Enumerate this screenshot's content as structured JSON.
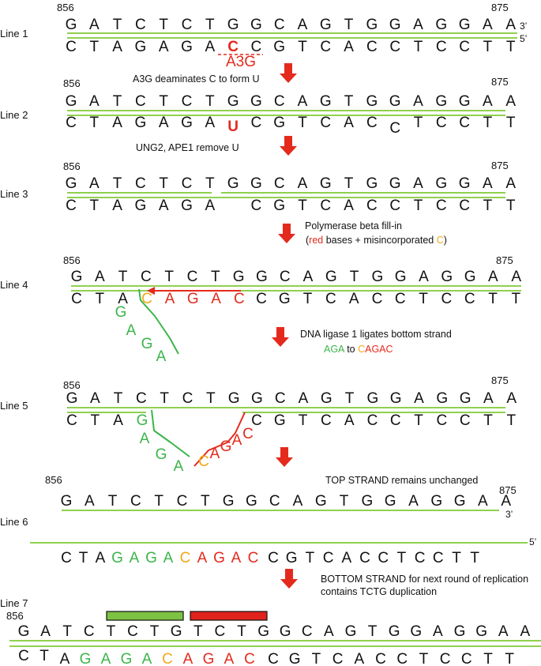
{
  "colors": {
    "black": "#111111",
    "red": "#e42a1d",
    "green": "#3bb54a",
    "orange": "#f2a818",
    "strand_line": "#8fd14f",
    "bar_green": "#7dc242",
    "bar_red": "#e0221c"
  },
  "positions": {
    "start": "856",
    "end": "875"
  },
  "primes": {
    "three": "3’",
    "five": "5’"
  },
  "line_labels": [
    "Line 1",
    "Line 2",
    "Line 3",
    "Line 4",
    "Line 5",
    "Line 6",
    "Line 7"
  ],
  "top_sequence": [
    "G",
    "A",
    "T",
    "C",
    "T",
    "C",
    "T",
    "G",
    "G",
    "C",
    "A",
    "G",
    "T",
    "G",
    "G",
    "A",
    "G",
    "G",
    "A",
    "A"
  ],
  "bottom_sequence_line1": [
    "C",
    "T",
    "A",
    "G",
    "A",
    "G",
    "A",
    "C",
    "C",
    "G",
    "T",
    "C",
    "A",
    "C",
    "C",
    "T",
    "C",
    "C",
    "T",
    "T"
  ],
  "bottom_sequence_line2": [
    "C",
    "T",
    "A",
    "G",
    "A",
    "G",
    "A",
    "U",
    "C",
    "G",
    "T",
    "C",
    "A",
    "C",
    "C",
    "T",
    "C",
    "C",
    "T",
    "T"
  ],
  "bottom_sequence_line3_left": [
    "C",
    "T",
    "A",
    "G",
    "A",
    "G",
    "A"
  ],
  "bottom_sequence_right": [
    "C",
    "G",
    "T",
    "C",
    "A",
    "C",
    "C",
    "T",
    "C",
    "C",
    "T",
    "T"
  ],
  "line4_bottom_left": [
    "C",
    "T",
    "A"
  ],
  "line4_orange": "C",
  "line4_red": [
    "A",
    "G",
    "A",
    "C"
  ],
  "line4_flap": [
    "G",
    "A",
    "G",
    "A"
  ],
  "line5_bottom_left": [
    "C",
    "T",
    "A"
  ],
  "line5_green_flap": [
    "G",
    "A",
    "G",
    "A"
  ],
  "line5_orange": "C",
  "line5_red_flap": [
    "A",
    "G",
    "A",
    "C"
  ],
  "line6_bottom_black": [
    "C",
    "T",
    "A"
  ],
  "line6_bottom_green": [
    "G",
    "A",
    "G",
    "A"
  ],
  "line6_bottom_orange": "C",
  "line6_bottom_red": [
    "A",
    "G",
    "A",
    "C"
  ],
  "line7_top": [
    "G",
    "A",
    "T",
    "C",
    "T",
    "C",
    "T",
    "G",
    "T",
    "C",
    "T",
    "G",
    "G",
    "C",
    "A",
    "G",
    "T",
    "G",
    "G",
    "A",
    "G",
    "G",
    "A",
    "A"
  ],
  "a3g_label": "A3G",
  "steps": {
    "s1": "A3G deaminates C to form U",
    "s2": "UNG2, APE1 remove U",
    "s3_line1": "Polymerase beta  fill-in",
    "s3_line2_pre": "(",
    "s3_line2_red": "red",
    "s3_line2_mid": " bases + misincorporated ",
    "s3_line2_orange": "C",
    "s3_line2_post": ")",
    "s4_line1": "DNA ligase 1 ligates bottom strand",
    "s4_green": "AGA",
    "s4_mid": "  to ",
    "s4_orange": "C",
    "s4_red": "AGAC",
    "s5": "TOP STRAND remains unchanged",
    "s6_line1": "BOTTOM  STRAND for next round of replication",
    "s6_line2": "contains TCTG duplication"
  }
}
